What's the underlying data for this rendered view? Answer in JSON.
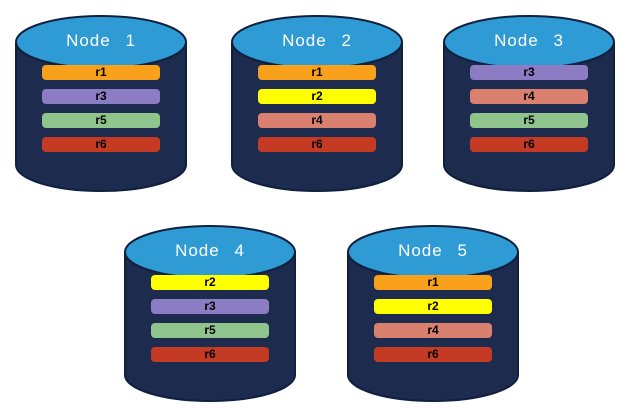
{
  "colors": {
    "cylinder_body": "#1C2B4E",
    "cylinder_top": "#2E9BD5",
    "cylinder_outline": "#10203F",
    "bar_text": "#000000",
    "title_text": "#FFFFFF",
    "replica_palette": {
      "r1": "#F9A11B",
      "r2": "#FFFF00",
      "r3": "#8C7CC4",
      "r4": "#D9816E",
      "r5": "#8FC48C",
      "r6": "#C53A22"
    }
  },
  "nodes": [
    {
      "title": "Node 1",
      "replicas": [
        {
          "label": "r1",
          "color": "#F9A11B"
        },
        {
          "label": "r3",
          "color": "#8C7CC4"
        },
        {
          "label": "r5",
          "color": "#8FC48C"
        },
        {
          "label": "r6",
          "color": "#C53A22"
        }
      ]
    },
    {
      "title": "Node 2",
      "replicas": [
        {
          "label": "r1",
          "color": "#F9A11B"
        },
        {
          "label": "r2",
          "color": "#FFFF00"
        },
        {
          "label": "r4",
          "color": "#D9816E"
        },
        {
          "label": "r6",
          "color": "#C53A22"
        }
      ]
    },
    {
      "title": "Node 3",
      "replicas": [
        {
          "label": "r3",
          "color": "#8C7CC4"
        },
        {
          "label": "r4",
          "color": "#D9816E"
        },
        {
          "label": "r5",
          "color": "#8FC48C"
        },
        {
          "label": "r6",
          "color": "#C53A22"
        }
      ]
    },
    {
      "title": "Node 4",
      "replicas": [
        {
          "label": "r2",
          "color": "#FFFF00"
        },
        {
          "label": "r3",
          "color": "#8C7CC4"
        },
        {
          "label": "r5",
          "color": "#8FC48C"
        },
        {
          "label": "r6",
          "color": "#C53A22"
        }
      ]
    },
    {
      "title": "Node 5",
      "replicas": [
        {
          "label": "r1",
          "color": "#F9A11B"
        },
        {
          "label": "r2",
          "color": "#FFFF00"
        },
        {
          "label": "r4",
          "color": "#D9816E"
        },
        {
          "label": "r6",
          "color": "#C53A22"
        }
      ]
    }
  ]
}
